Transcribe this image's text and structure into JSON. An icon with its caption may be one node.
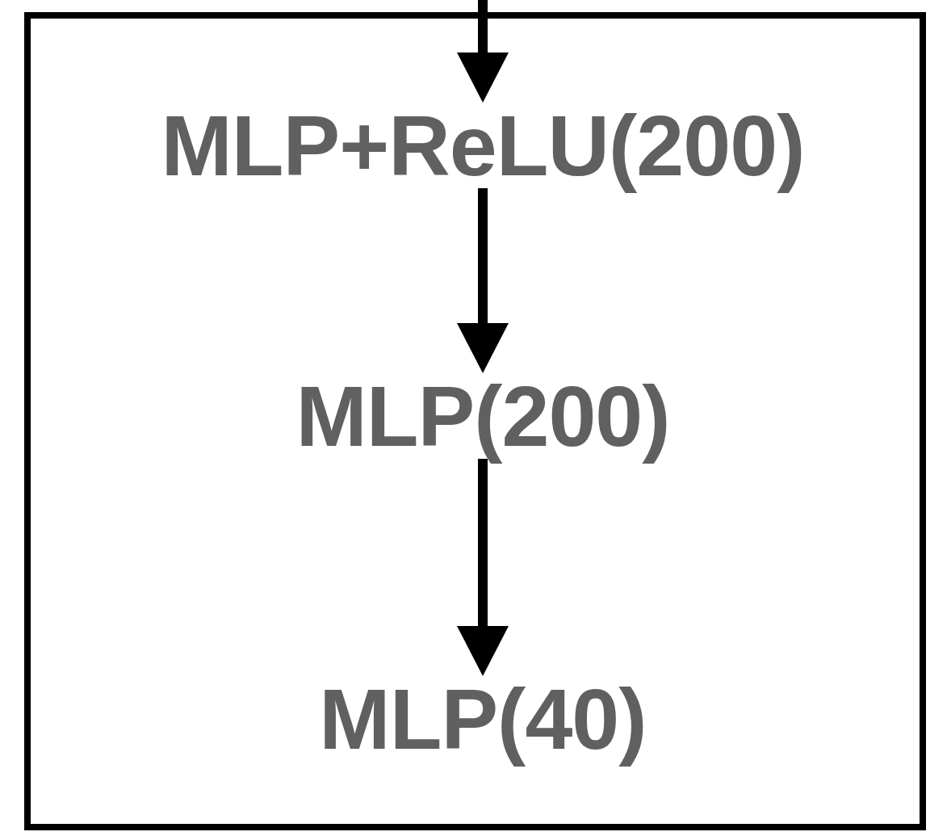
{
  "diagram": {
    "nodes": [
      {
        "text": [],
        "shape": "box"
      },
      {
        "text": [
          "MLP+ReLU(200)"
        ],
        "in": 0
      },
      {
        "text": [
          "MLP(200)"
        ],
        "in": 0
      },
      {
        "text": [
          "MLP(40)"
        ],
        "in": 0
      }
    ],
    "edges": [
      {
        "from": null,
        "to": 1,
        "arrow": "to"
      },
      {
        "from": 1,
        "to": 2,
        "arrow": "to"
      },
      {
        "from": 2,
        "to": 3,
        "arrow": "to"
      }
    ]
  }
}
